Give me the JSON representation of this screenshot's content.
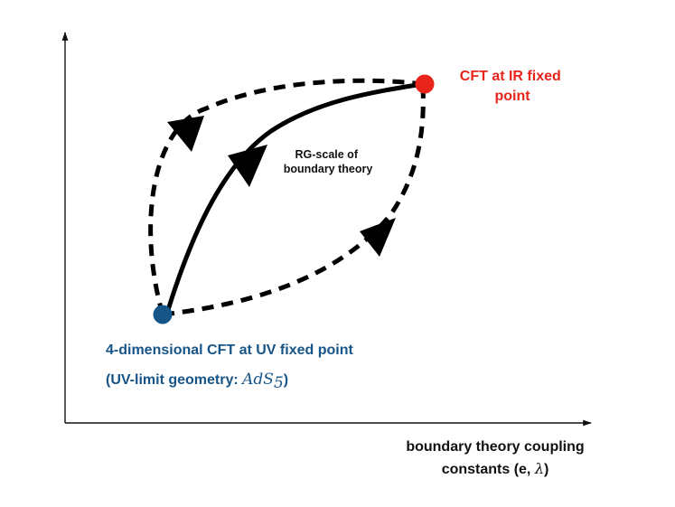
{
  "ir_point": {
    "label_line1": "CFT at IR fixed",
    "label_line2": "point",
    "color": "#e8241b"
  },
  "uv_point": {
    "label_line1": "4-dimensional CFT at UV fixed point",
    "label_line2_prefix": "(UV-limit geometry: ",
    "label_math_base": "AdS",
    "label_math_sub": "5",
    "label_line2_suffix": ")",
    "color": "#175488"
  },
  "rg_flow": {
    "label_line1": "RG-scale of",
    "label_line2": "boundary theory"
  },
  "x_axis": {
    "label_line1": "boundary theory coupling",
    "label_line2_prefix": "constants (e, ",
    "label_math": "λ",
    "label_line2_suffix": ")"
  }
}
